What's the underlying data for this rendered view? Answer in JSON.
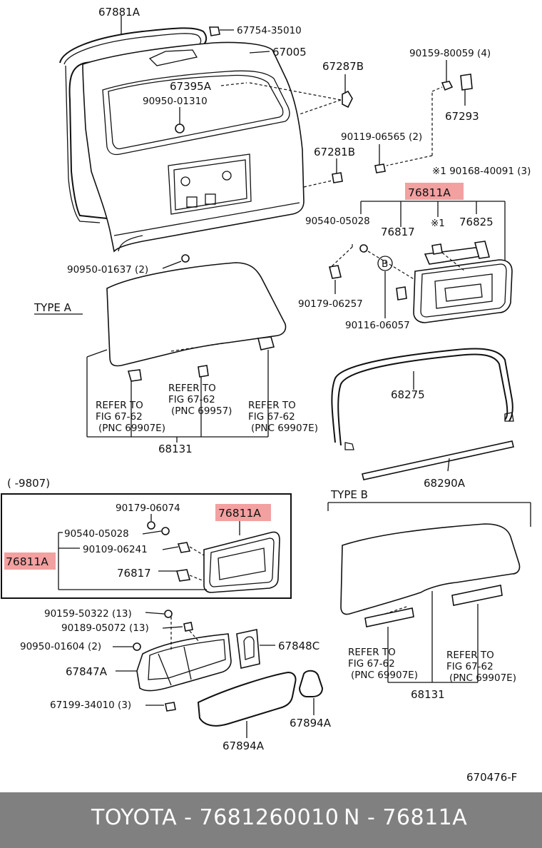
{
  "labels": {
    "weatherstrip_top": "67881A",
    "clip_top": "67754-35010",
    "door_panel": "67005",
    "stopper": "67287B",
    "bolt_4": "90159-80059 (4)",
    "cushion": "67293",
    "seal_a": "67395A",
    "plug_1310": "90950-01310",
    "clip_6565": "90119-06565 (2)",
    "ref_mark_bolt": "※1 90168-40091 (3)",
    "bracket_281b": "67281B",
    "lamp_hl_1": "76811A",
    "nut_5028": "90540-05028",
    "mark_1": "※1",
    "garnish_76817": "76817",
    "bracket_76825": "76825",
    "mark_b": "B",
    "clip_6257": "90179-06257",
    "screw_6057": "90116-06057",
    "plug_1637": "90950-01637 (2)",
    "type_a": "TYPE A",
    "refer_a1": [
      "REFER TO",
      "FIG 67-62",
      "(PNC 69907E)"
    ],
    "refer_a2": [
      "REFER TO",
      "FIG 67-62",
      "(PNC 69957)"
    ],
    "refer_a3": [
      "REFER TO",
      "FIG 67-62",
      "(PNC 69907E)"
    ],
    "board_a": "68131",
    "weatherstrip_275": "68275",
    "strip_290a": "68290A",
    "period": "(      -9807)",
    "clip_6074": "90179-06074",
    "lamp_hl_2": "76811A",
    "nut_5028_b": "90540-05028",
    "lamp_hl_3": "76811A",
    "screw_6241": "90109-06241",
    "garnish_76817_b": "76817",
    "type_b": "TYPE B",
    "bolt_50322": "90159-50322 (13)",
    "screw_5072": "90189-05072 (13)",
    "plug_1604": "90950-01604 (2)",
    "cover_848c": "67848C",
    "trim_847a": "67847A",
    "clip_34010": "67199-34010 (3)",
    "seal_894a_small": "67894A",
    "seal_894a_large": "67894A",
    "refer_b1": [
      "REFER TO",
      "FIG 67-62",
      "(PNC 69907E)"
    ],
    "refer_b2": [
      "REFER TO",
      "FIG 67-62",
      "(PNC 69907E)"
    ],
    "board_b": "68131",
    "fig_code": "670476-F"
  },
  "footer": {
    "left": "TOYOTA - 7681260010",
    "right": "N - 76811A"
  },
  "colors": {
    "highlight": "#f3a0a0",
    "footer_bg": "#808080"
  }
}
